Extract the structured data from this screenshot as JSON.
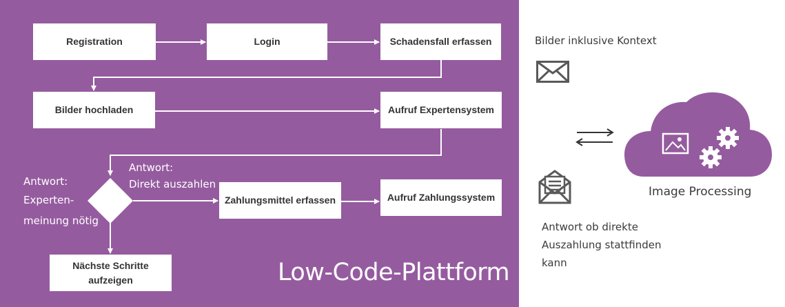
{
  "flow": {
    "registration": "Registration",
    "login": "Login",
    "schadensfall": "Schadensfall erfassen",
    "bilder": "Bilder hochladen",
    "expertensystem": "Aufruf Expertensystem",
    "zahlungsmittel": "Zahlungsmittel erfassen",
    "zahlungssystem": "Aufruf Zahlungssystem",
    "naechste_line1": "Nächste Schritte",
    "naechste_line2": "aufzeigen"
  },
  "labels": {
    "direkt_line1": "Antwort:",
    "direkt_line2": "Direkt auszahlen",
    "experten_line1": "Antwort:",
    "experten_line2": "Experten-",
    "experten_line3": "meinung nötig"
  },
  "platform_title": "Low-Code-Plattform",
  "right": {
    "context_label": "Bilder inklusive Kontext",
    "cloud_label": "Image Processing",
    "answer_line1": "Antwort ob direkte",
    "answer_line2": "Auszahlung stattfinden",
    "answer_line3": "kann"
  },
  "colors": {
    "panel": "#955b9f",
    "text_dark": "#333333",
    "icon_grey": "#595959"
  },
  "icons": [
    "envelope-icon",
    "open-envelope-icon",
    "cloud-icon",
    "image-icon",
    "gears-icon",
    "exchange-arrows-icon"
  ]
}
